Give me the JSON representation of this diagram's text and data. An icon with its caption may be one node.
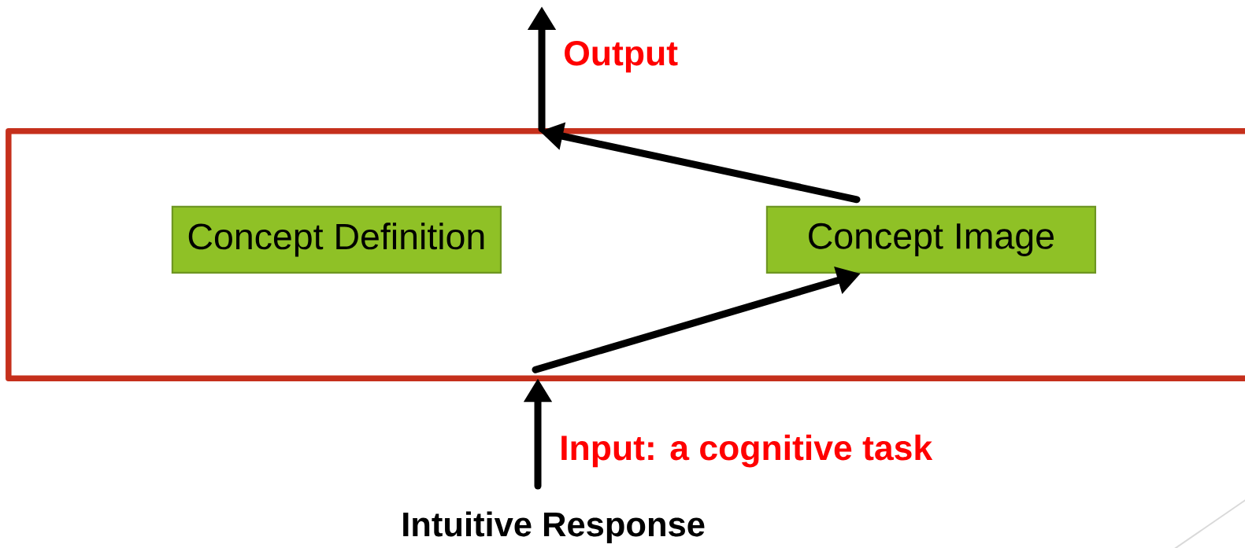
{
  "diagram": {
    "caption": "Intuitive Response",
    "nodes": [
      {
        "text": [],
        "shape": "box"
      },
      {
        "text": [
          "Concept Definition"
        ],
        "in": 0
      },
      {
        "text": [
          "Concept Image"
        ],
        "in": 0
      }
    ],
    "edges": [
      {
        "from": null,
        "to": 0,
        "arrow": "to",
        "label": "Input: a cognitive task"
      },
      {
        "from": 0,
        "to": 2,
        "arrow": "to"
      },
      {
        "from": 2,
        "to": 0,
        "arrow": "to"
      },
      {
        "from": 0,
        "to": null,
        "arrow": "to",
        "label": "Output"
      }
    ]
  }
}
